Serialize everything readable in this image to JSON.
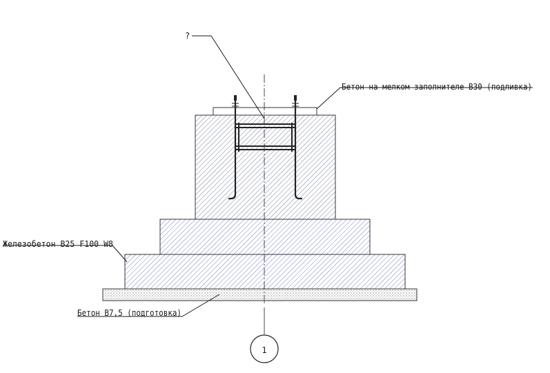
{
  "labels": {
    "question": "?",
    "grout": "Бетон на мелком заполнителе В30 (подливка)",
    "reinforced_concrete": "Железобетон В25 F100 W8",
    "lean_concrete": "Бетон В7,5 (подготовка)",
    "axis_mark": "1"
  },
  "colors": {
    "hatch_blue": "#4a5fd0",
    "hatch_dark": "#555555",
    "outline": "#333333"
  }
}
